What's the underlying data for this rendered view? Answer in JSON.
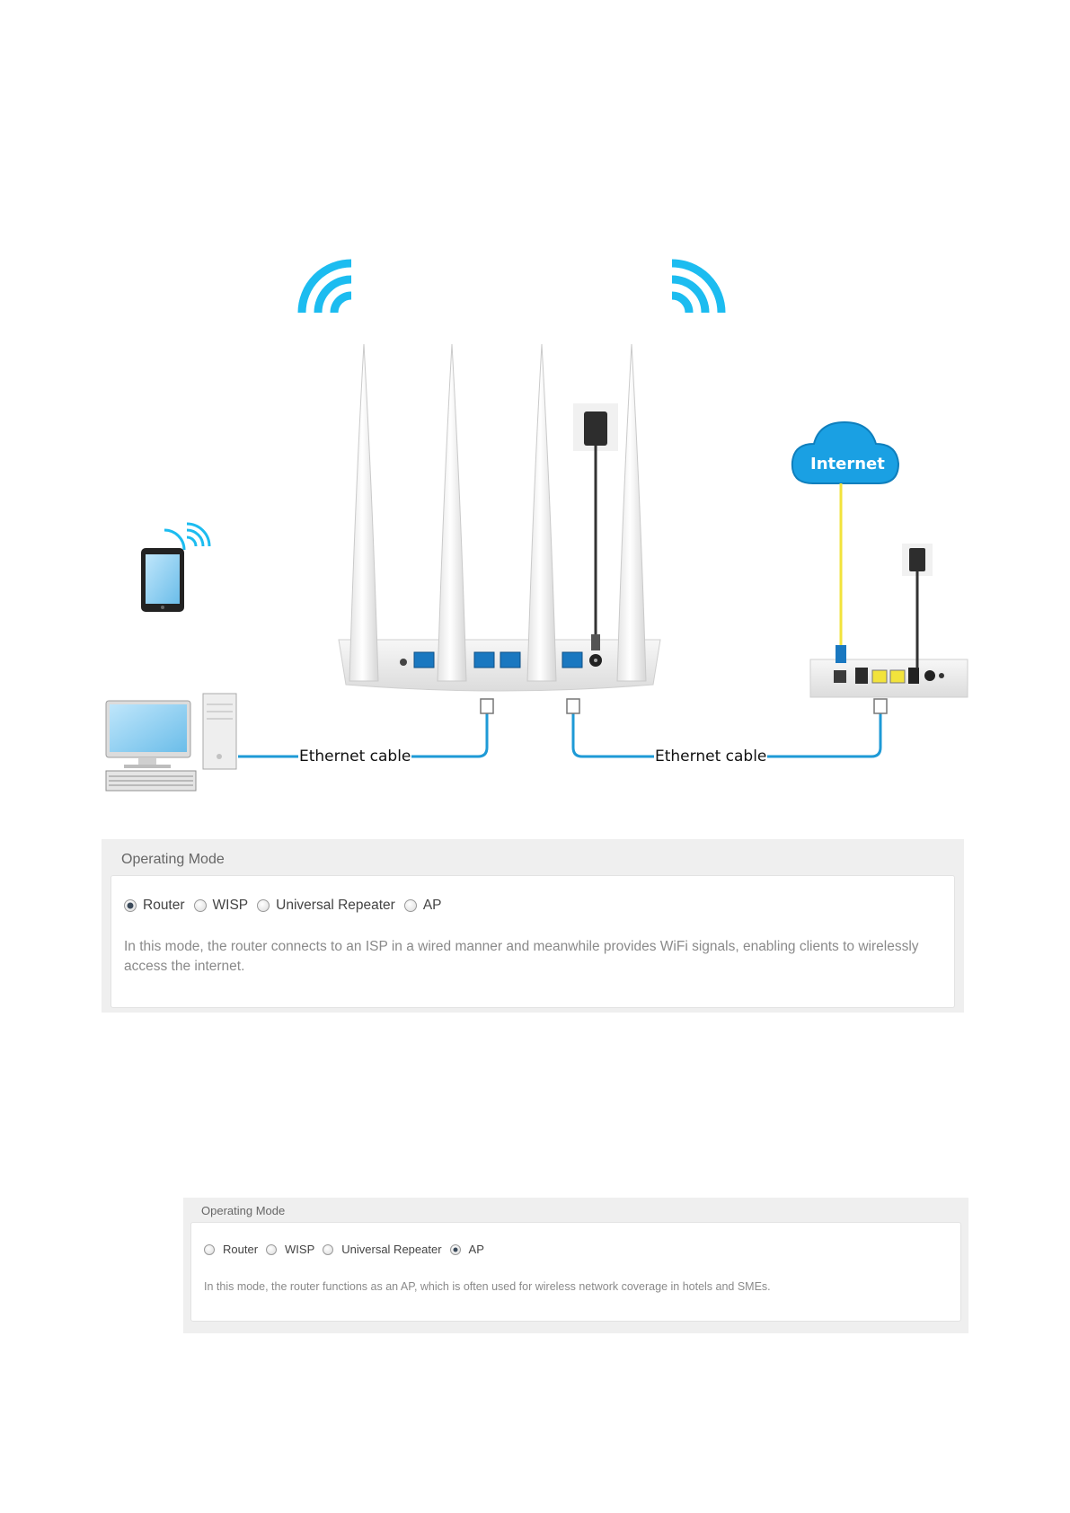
{
  "diagram": {
    "cloud_label": "Internet",
    "left_cable_label": "Ethernet cable",
    "right_cable_label": "Ethernet cable",
    "colors": {
      "wifi_signal": "#1cbcf0",
      "ethernet_cable": "#1e9ad6",
      "internet_cable": "#f2e33c",
      "cloud": "#1aa0e3"
    },
    "icons": [
      "wifi-signal-icon",
      "tablet-icon",
      "desktop-computer-icon",
      "router-icon",
      "modem-icon",
      "power-adapter-icon",
      "cloud-icon"
    ]
  },
  "panel_router": {
    "title": "Operating Mode",
    "modes": [
      {
        "label": "Router",
        "checked": true
      },
      {
        "label": "WISP",
        "checked": false
      },
      {
        "label": "Universal Repeater",
        "checked": false
      },
      {
        "label": "AP",
        "checked": false
      }
    ],
    "description": "In this mode, the router connects to an ISP in a wired manner and meanwhile provides WiFi signals, enabling clients to wirelessly access the internet."
  },
  "panel_ap": {
    "title": "Operating Mode",
    "modes": [
      {
        "label": "Router",
        "checked": false
      },
      {
        "label": "WISP",
        "checked": false
      },
      {
        "label": "Universal Repeater",
        "checked": false
      },
      {
        "label": "AP",
        "checked": true
      }
    ],
    "description": "In this mode, the router functions as an AP, which is often used for wireless network coverage in hotels and SMEs."
  }
}
